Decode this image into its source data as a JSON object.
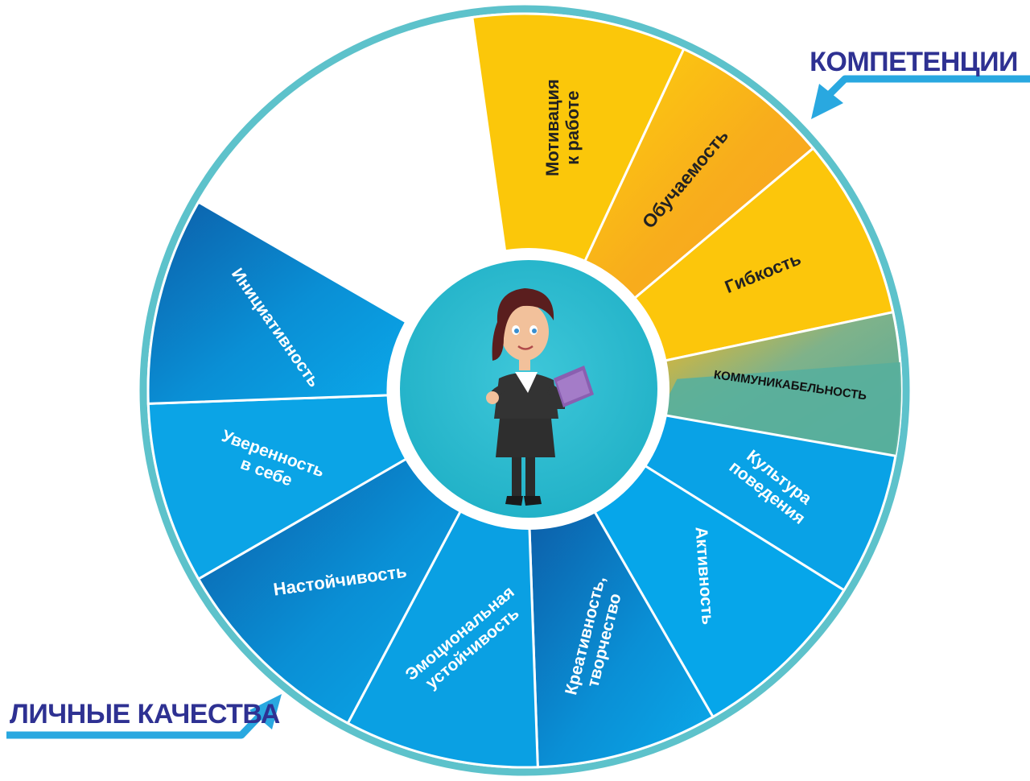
{
  "labels": {
    "competencies": "КОМПЕТЕНЦИИ",
    "personal_qualities": "ЛИЧНЫЕ КАЧЕСТВА"
  },
  "segments": [
    {
      "id": "motivation",
      "lines": [
        "Мотивация",
        "к работе"
      ],
      "group": "competency",
      "color": "#fbc70a",
      "text_color": "#222222"
    },
    {
      "id": "learnability",
      "lines": [
        "Обучаемость"
      ],
      "group": "competency",
      "color": "#fbb21a",
      "text_color": "#222222"
    },
    {
      "id": "flexibility",
      "lines": [
        "Гибкость"
      ],
      "group": "competency",
      "color": "#fcc60b",
      "text_color": "#222222"
    },
    {
      "id": "communicability",
      "lines": [
        "КОММУНИКАБЕЛЬНОСТЬ"
      ],
      "group": "competency",
      "color": "#f9b91a",
      "text_color": "#111111"
    },
    {
      "id": "behavior-culture",
      "lines": [
        "Культура",
        "поведения"
      ],
      "group": "personal",
      "color": "#09a2e6",
      "text_color": "#ffffff"
    },
    {
      "id": "activity",
      "lines": [
        "Активность"
      ],
      "group": "personal",
      "color": "#06a6ea",
      "text_color": "#ffffff"
    },
    {
      "id": "creativity",
      "lines": [
        "Креативность,",
        "творчество"
      ],
      "group": "personal",
      "color": "#0a6fb8",
      "text_color": "#ffffff"
    },
    {
      "id": "emotional-stability",
      "lines": [
        "Эмоциональная",
        "устойчивость"
      ],
      "group": "personal",
      "color": "#0aa0e3",
      "text_color": "#ffffff"
    },
    {
      "id": "persistence",
      "lines": [
        "Настойчивость"
      ],
      "group": "personal",
      "color": "#0b77bd",
      "text_color": "#ffffff"
    },
    {
      "id": "self-confidence",
      "lines": [
        "Уверенность",
        "в себе"
      ],
      "group": "personal",
      "color": "#0ba4e6",
      "text_color": "#ffffff"
    },
    {
      "id": "initiative",
      "lines": [
        "Инициативность"
      ],
      "group": "personal",
      "color": "#0b7cc2",
      "text_color": "#ffffff"
    }
  ],
  "colors": {
    "ring": "#5dc2cb",
    "center": "#2fbcd1",
    "arrow": "#29a8e0",
    "competency_heading": "#2e3192",
    "teal_wedge": "#58af9c"
  }
}
